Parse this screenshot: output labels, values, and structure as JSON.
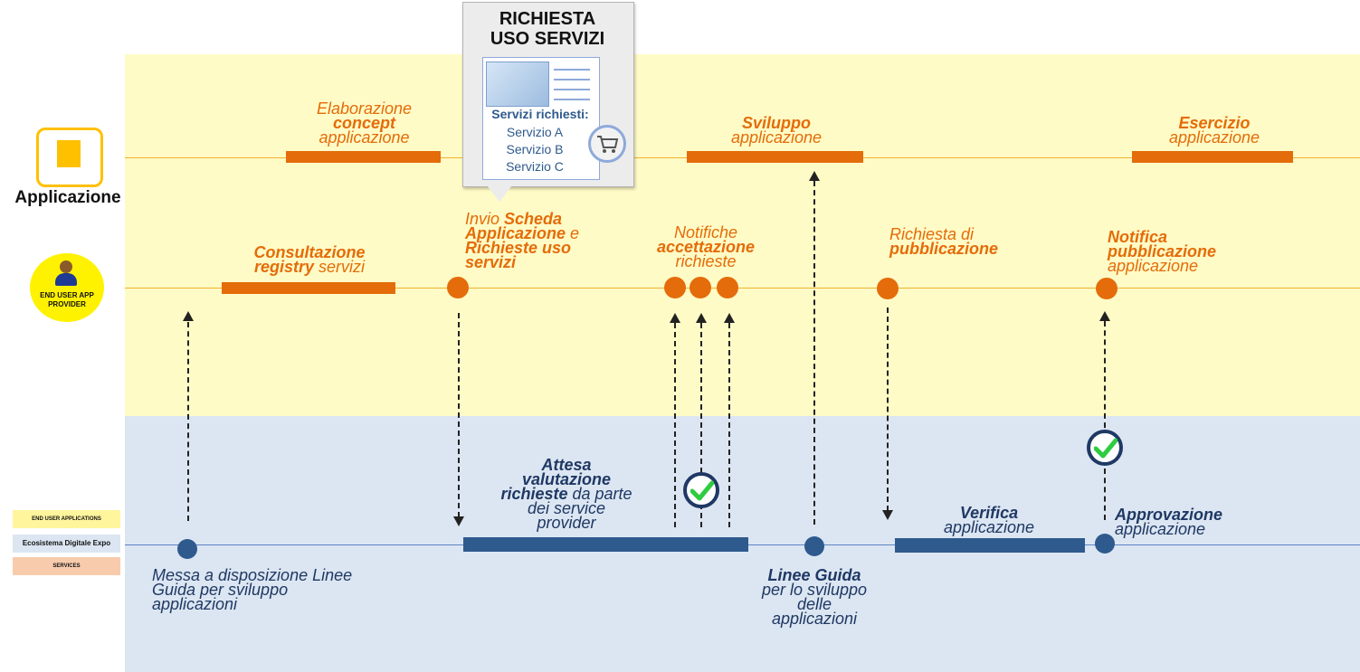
{
  "lanes": {
    "applicazione": {
      "label": "Applicazione"
    },
    "end_user": {
      "label_line1": "END USER APP",
      "label_line2": "PROVIDER"
    }
  },
  "legend": {
    "item1": "END USER APPLICATIONS",
    "item2": "Ecosistema Digitale Expo",
    "item3": "SERVICES"
  },
  "callout": {
    "title_line1": "RICHIESTA",
    "title_line2": "USO SERVIZI",
    "heading": "Servizi richiesti:",
    "items": [
      "Servizio A",
      "Servizio B",
      "Servizio C"
    ]
  },
  "app_labels": {
    "elaborazione": {
      "l1": "Elaborazione",
      "l2": "concept",
      "l3": "applicazione"
    },
    "sviluppo": {
      "l1": "Sviluppo",
      "l2": "applicazione"
    },
    "esercizio": {
      "l1": "Esercizio",
      "l2": "applicazione"
    }
  },
  "user_labels": {
    "consultazione": {
      "b1": "Consultazione",
      "b2": "registry",
      "t2": " servizi"
    },
    "invio": {
      "t1": "Invio ",
      "b1": "Scheda",
      "b2": "Applicazione",
      "t2": " e",
      "b3": "Richieste uso",
      "b4": "servizi"
    },
    "notifiche": {
      "l1": "Notifiche",
      "l2": "accettazione",
      "l3": "richieste"
    },
    "richiesta_pub": {
      "l1": "Richiesta di",
      "l2": "pubblicazione"
    },
    "notifica_pub": {
      "l1": "Notifica",
      "l2": "pubblicazione",
      "l3": "applicazione"
    }
  },
  "eco_labels": {
    "messa": {
      "l1": "Messa a disposizione Linee",
      "l2": "Guida per sviluppo",
      "l3": "applicazioni"
    },
    "attesa": {
      "l1": "Attesa",
      "l2": "valutazione",
      "b3": "richieste",
      "t3": " da parte",
      "l4": "dei service",
      "l5": "provider"
    },
    "linee": {
      "l1": "Linee Guida",
      "l2": "per lo sviluppo",
      "l3": "delle",
      "l4": "applicazioni"
    },
    "verifica": {
      "l1": "Verifica",
      "l2": "applicazione"
    },
    "approvazione": {
      "l1": "Approvazione",
      "l2": "applicazione"
    }
  },
  "colors": {
    "orange": "#e46c0a",
    "blue": "#2e5a8e",
    "yellow_band": "#fffbc6",
    "blue_band": "#dce6f2"
  }
}
